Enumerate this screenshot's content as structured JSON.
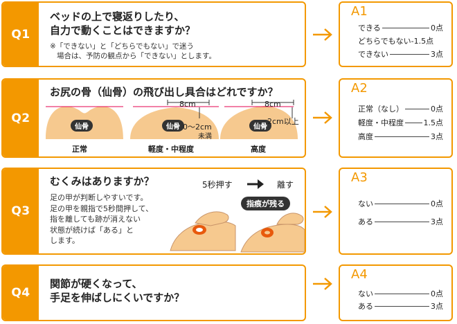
{
  "q1": {
    "label": "Q1",
    "title_line1": "ベッドの上で寝返りしたり、",
    "title_line2": "自力で動くことはできますか？",
    "note_line1": "※「できない」と「どちらでもない」で迷う",
    "note_line2": "場合は、予防の観点から「できない」とします。"
  },
  "a1": {
    "label": "A1",
    "rows": [
      {
        "text": "できる",
        "score": "0点"
      },
      {
        "text": "どちらでもない",
        "score": "-1.5点"
      },
      {
        "text": "できない",
        "score": "3点"
      }
    ]
  },
  "q2": {
    "label": "Q2",
    "title": "お尻の骨（仙骨）の飛び出し具合はどれですか？",
    "bone_label": "仙骨",
    "dim_8cm": "8cm",
    "mild_range": "0～2cm",
    "mild_range_suffix": "未満",
    "high_range": "2cm以上",
    "captions": [
      "正常",
      "軽度・中程度",
      "高度"
    ]
  },
  "a2": {
    "label": "A2",
    "rows": [
      {
        "text": "正常（なし）",
        "score": "0点"
      },
      {
        "text": "軽度・中程度",
        "score": "1.5点"
      },
      {
        "text": "高度",
        "score": "3点"
      }
    ]
  },
  "q3": {
    "label": "Q3",
    "title": "むくみはありますか？",
    "body_lines": [
      "足の甲が判断しやすいです。",
      "足の甲を親指で5秒間押して、",
      "指を離しても跡が消えない",
      "状態が続けば「ある」と",
      "します。"
    ],
    "press_label": "5秒押す",
    "release_label": "離す",
    "mark_label": "指痕が残る"
  },
  "a3": {
    "label": "A3",
    "rows": [
      {
        "text": "ない",
        "score": "0点"
      },
      {
        "text": "ある",
        "score": "3点"
      }
    ]
  },
  "q4": {
    "label": "Q4",
    "title_line1": "関節が硬くなって、",
    "title_line2": "手足を伸ばしにくいですか？"
  },
  "a4": {
    "label": "A4",
    "rows": [
      {
        "text": "ない",
        "score": "0点"
      },
      {
        "text": "ある",
        "score": "3点"
      }
    ]
  },
  "colors": {
    "accent": "#f39800",
    "skin": "#f6c98f",
    "bone_marker": "#333333",
    "dim_line": "#e5004f"
  }
}
